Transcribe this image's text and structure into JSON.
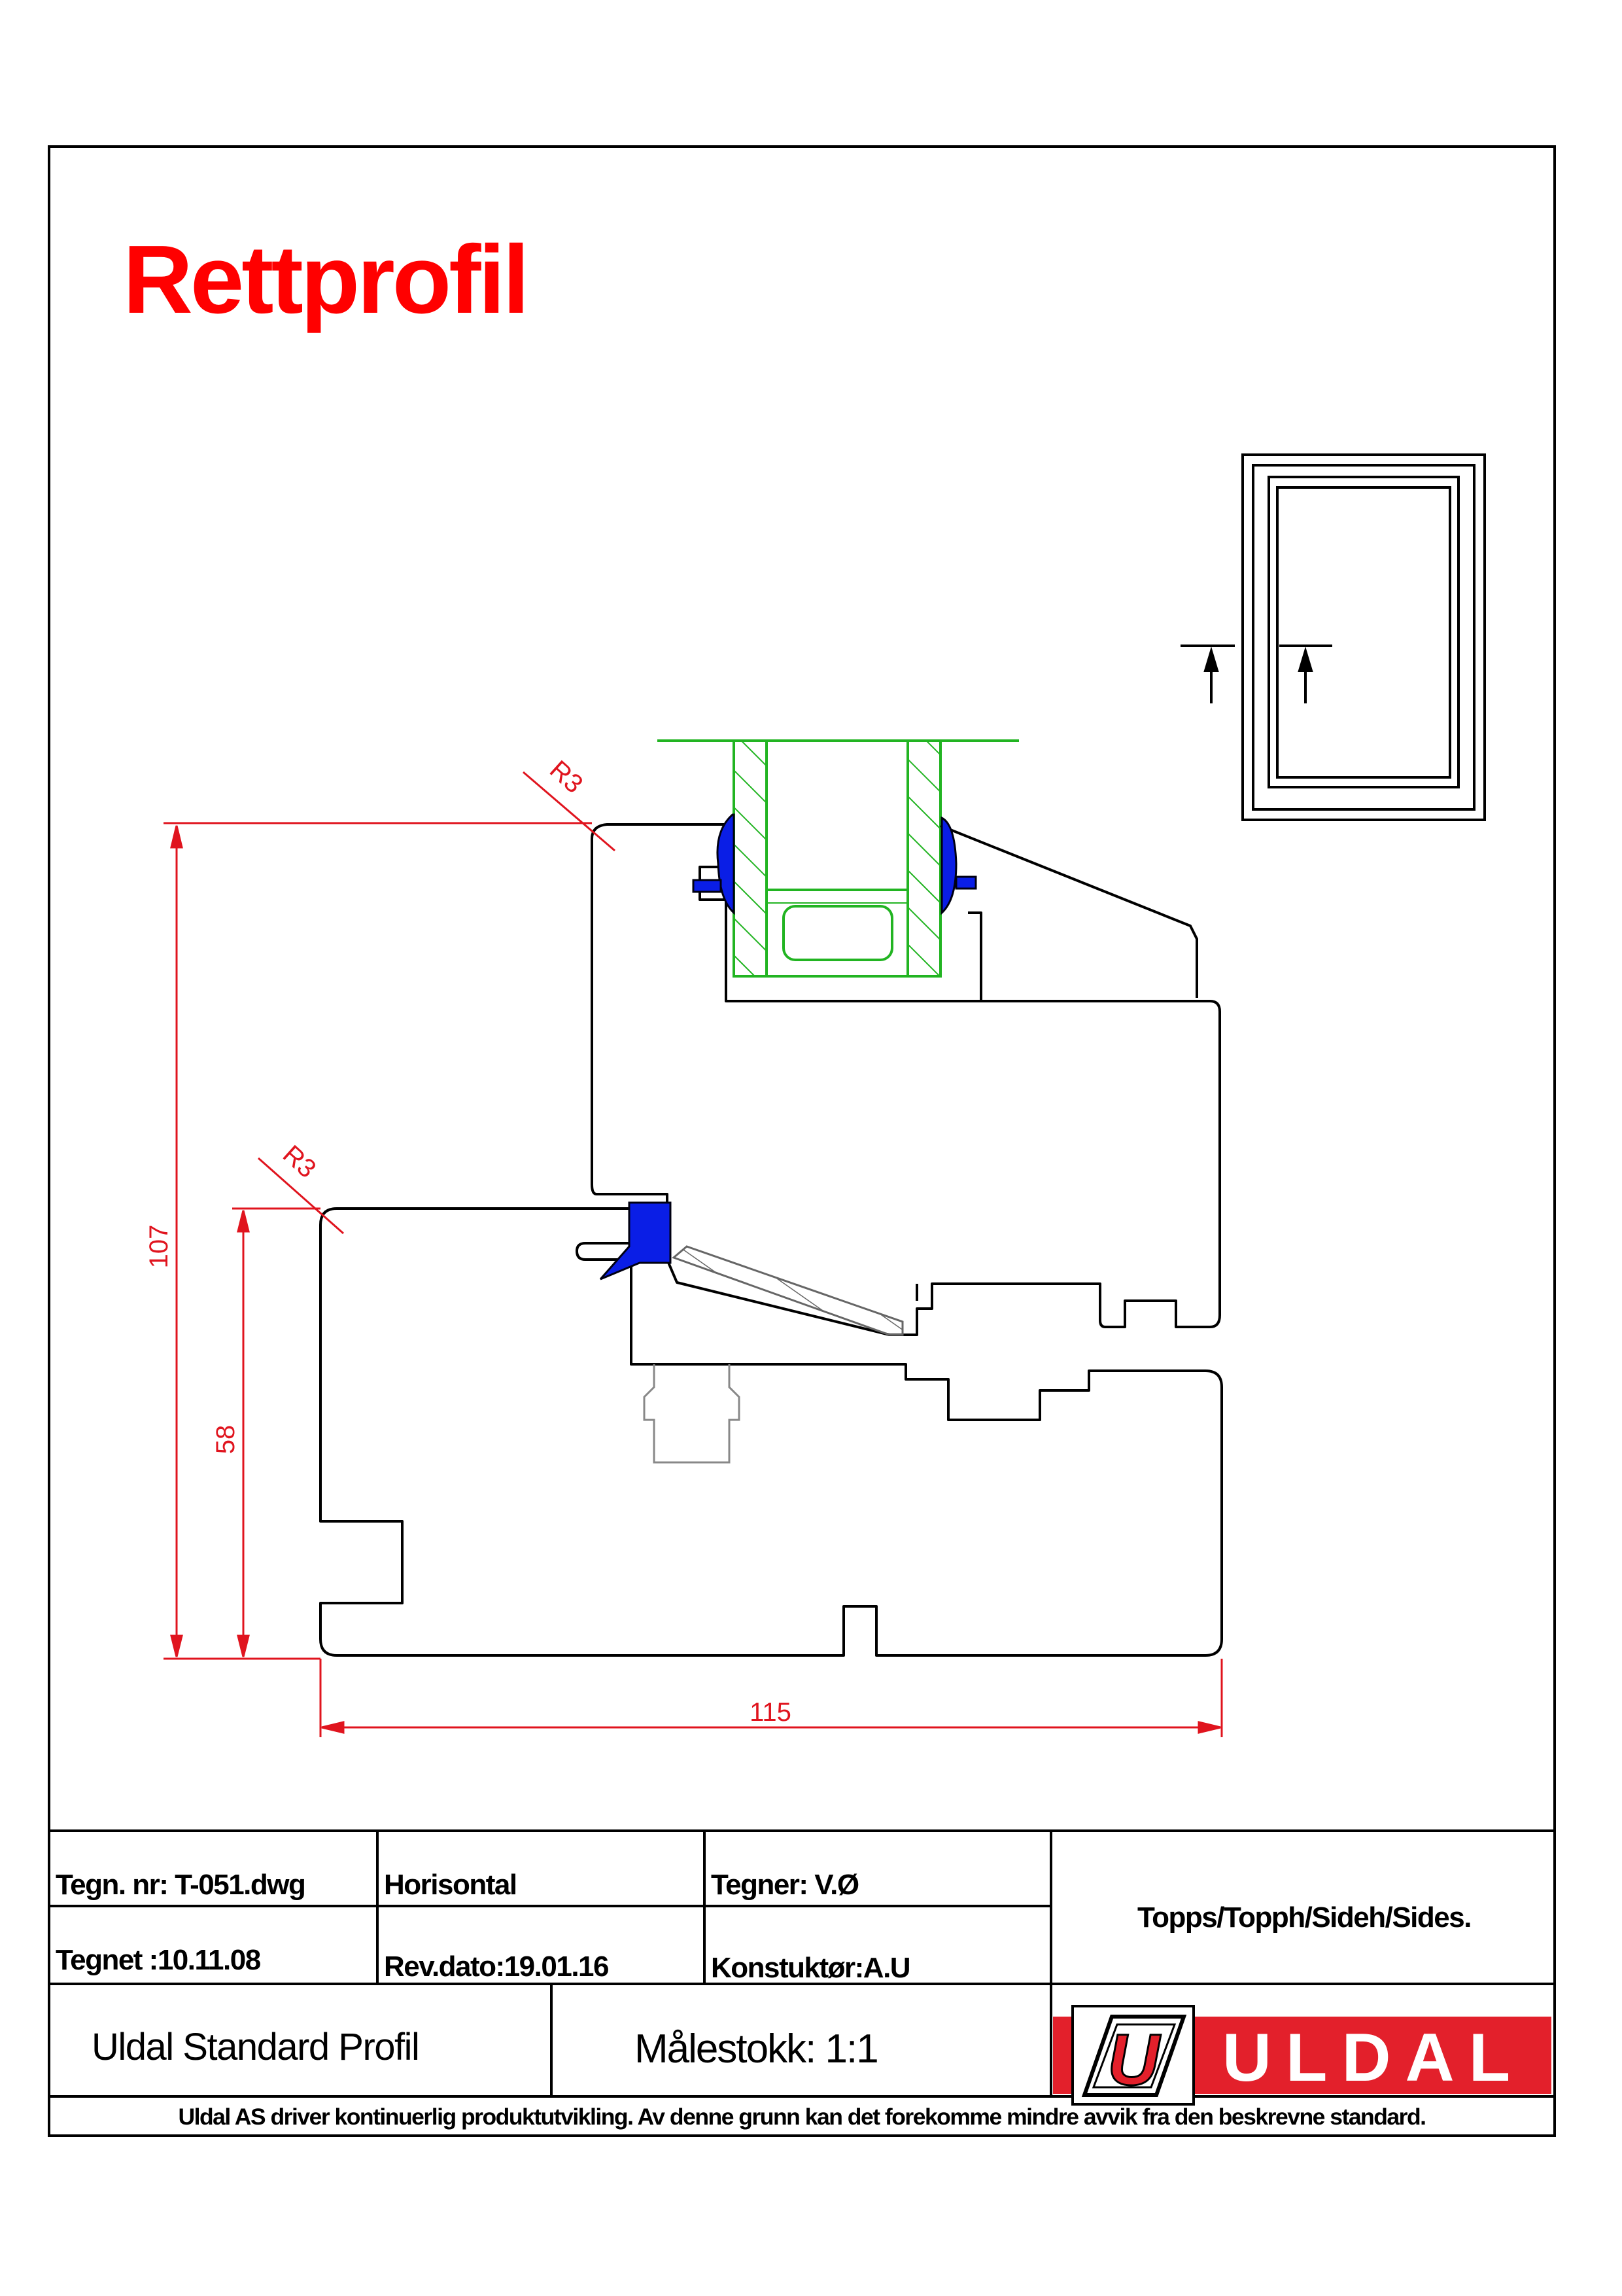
{
  "drawing": {
    "title": "Rettprofil",
    "dimensions": {
      "height_total": "107",
      "height_lower": "58",
      "width": "115",
      "radius_top": "R3",
      "radius_lower": "R3"
    }
  },
  "title_block": {
    "drawing_number": "Tegn. nr: T-051.dwg",
    "orientation": "Horisontal",
    "drawn_by": "Tegner: V.Ø",
    "drawn_date": "Tegnet :10.11.08",
    "revision_date": "Rev.dato:19.01.16",
    "designer": "Konstuktør:A.U",
    "applies_to": "Topps/Topph/Sideh/Sides.",
    "product_line": "Uldal Standard Profil",
    "scale": "Målestokk: 1:1",
    "logo_text": "ULDAL",
    "logo_mark": "U",
    "disclaimer": "Uldal AS driver kontinuerlig produktutvikling. Av denne grunn kan det forekomme mindre avvik fra den beskrevne standard."
  },
  "colors": {
    "title_red": "#ff0000",
    "dimension_red": "#e0141e",
    "glass_green": "#22b422",
    "gasket_blue": "#0a1ee6",
    "logo_red": "#e3202b"
  }
}
